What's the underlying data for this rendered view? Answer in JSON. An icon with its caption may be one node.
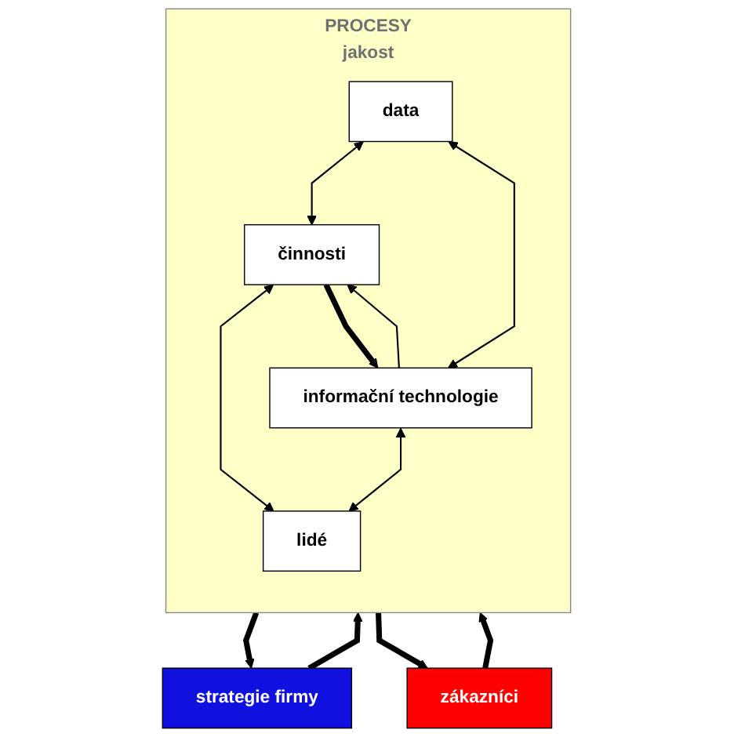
{
  "diagram": {
    "nodes": [
      {
        "text": [
          "strategie firmy"
        ]
      },
      {
        "text": [
          "PROCESY",
          "jakost"
        ]
      },
      {
        "text": [
          "činnosti"
        ],
        "in": 1
      },
      {
        "text": [
          "data"
        ],
        "in": 1
      },
      {
        "text": [
          "lidé"
        ],
        "in": 1
      },
      {
        "text": [
          "informační technologie"
        ],
        "in": 1
      },
      {
        "text": [
          "zákazníci"
        ]
      }
    ],
    "edges": [
      {
        "from": 0,
        "to": 1,
        "arrow": "to",
        "style": "thick"
      },
      {
        "from": 1,
        "to": 0,
        "arrow": "to",
        "style": "thick"
      },
      {
        "from": 3,
        "to": 2,
        "arrow": "both"
      },
      {
        "from": 2,
        "to": 4,
        "arrow": "both"
      },
      {
        "from": 5,
        "to": 2,
        "arrow": "to"
      },
      {
        "from": 2,
        "to": 5,
        "arrow": "to",
        "style": "thick"
      },
      {
        "from": 3,
        "to": 5,
        "arrow": "both"
      },
      {
        "from": 5,
        "to": 4,
        "arrow": "both"
      },
      {
        "from": 1,
        "to": 6,
        "arrow": "to",
        "style": "thick"
      },
      {
        "from": 6,
        "to": 1,
        "arrow": "to",
        "style": "thick"
      }
    ]
  }
}
